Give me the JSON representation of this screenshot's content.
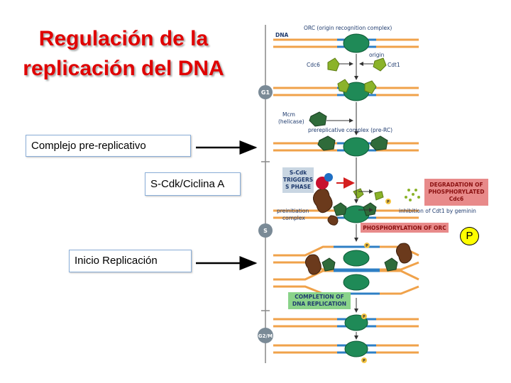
{
  "slide": {
    "title": "Regulación de la replicación del DNA",
    "title_color": "#e00000"
  },
  "labels": {
    "pre_replicative": "Complejo pre-replicativo",
    "s_cdk": "S-Cdk/Ciclina A",
    "inicio": "Inicio Replicación",
    "p_marker": "P"
  },
  "figure": {
    "dna": "DNA",
    "orc": "ORC (origin recognition complex)",
    "origin": "origin",
    "cdc6": "Cdc6",
    "cdt1": "Cdt1",
    "mcm": "Mcm",
    "helicase": "(helicase)",
    "pre_rc": "prereplicative complex (pre-RC)",
    "s_cdk_triggers_1": "S-Cdk",
    "s_cdk_triggers_2": "TRIGGERS",
    "s_cdk_triggers_3": "S PHASE",
    "degradation_1": "DEGRADATION OF",
    "degradation_2": "PHOSPHORYLATED",
    "degradation_3": "Cdc6",
    "inhibition": "inhibition of Cdt1 by geminin",
    "preinitiation_1": "preinitiation",
    "preinitiation_2": "complex",
    "phosphorylation_orc": "PHOSPHORYLATION OF ORC",
    "completion_1": "COMPLETION OF",
    "completion_2": "DNA REPLICATION",
    "phase_g1": "G1",
    "phase_s": "S",
    "phase_g2m": "G2/M",
    "p": "P"
  },
  "colors": {
    "dna_orange": "#f0a24a",
    "dna_blue": "#2e7fc4",
    "orc_green": "#1f8a57",
    "cdc6_green": "#8bb32a",
    "mcm_green": "#2f6b3a",
    "cdk_brown": "#6b3a1c",
    "red_box": "#e88a8a",
    "completion_box": "#8ad38a"
  }
}
